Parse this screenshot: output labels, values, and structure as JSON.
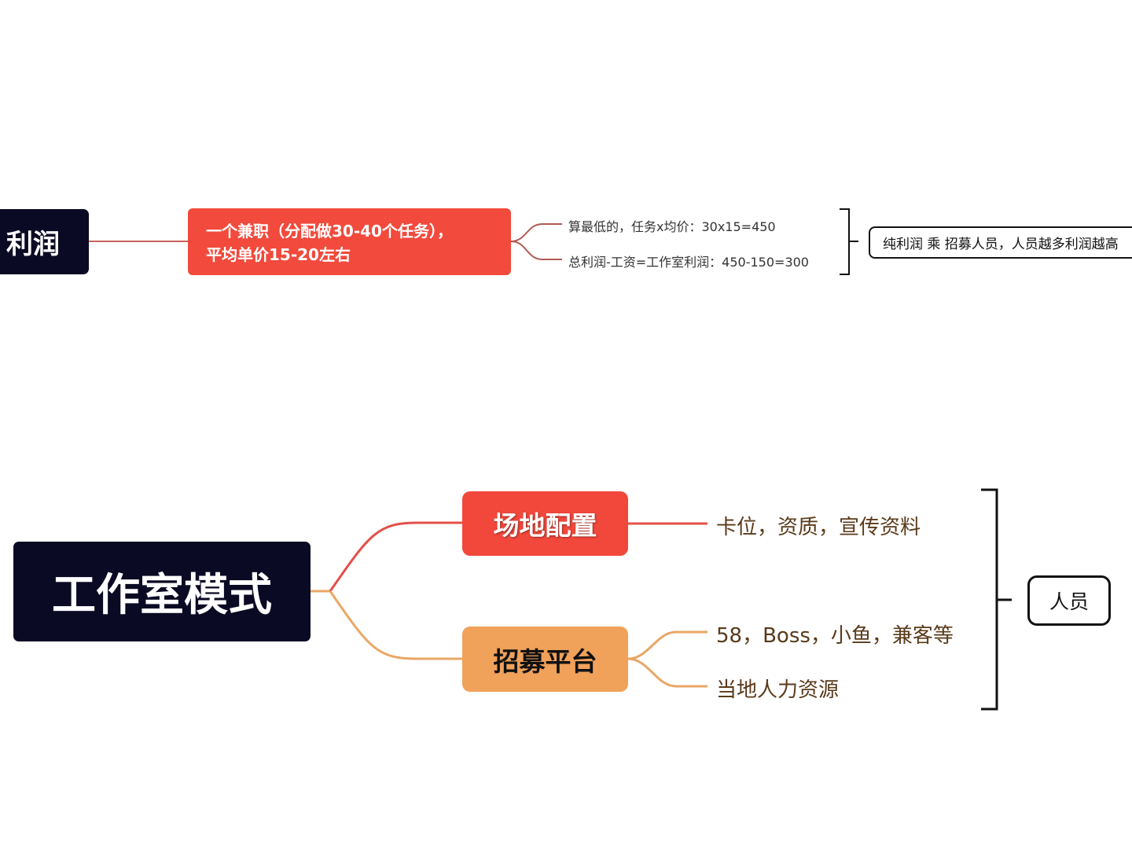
{
  "top": {
    "root": "利润",
    "child": {
      "line1": "一个兼职（分配做30-40个任务），",
      "line2": "平均单价15-20左右"
    },
    "leaves": [
      "算最低的，任务x均价：30x15=450",
      "总利润-工资=工作室利润：450-150=300"
    ],
    "summary": "纯利润 乘 招募人员，人员越多利润越高"
  },
  "bottom": {
    "root": "工作室模式",
    "branches": [
      {
        "label": "场地配置",
        "leaves": [
          "卡位，资质，宣传资料"
        ]
      },
      {
        "label": "招募平台",
        "leaves": [
          "58，Boss，小鱼，兼客等",
          "当地人力资源"
        ]
      }
    ],
    "summary": "人员"
  },
  "colors": {
    "navy": "#0b0a24",
    "red": "#f2473b",
    "orange": "#f0a15a",
    "leaf_text": "#5a3a1a"
  }
}
